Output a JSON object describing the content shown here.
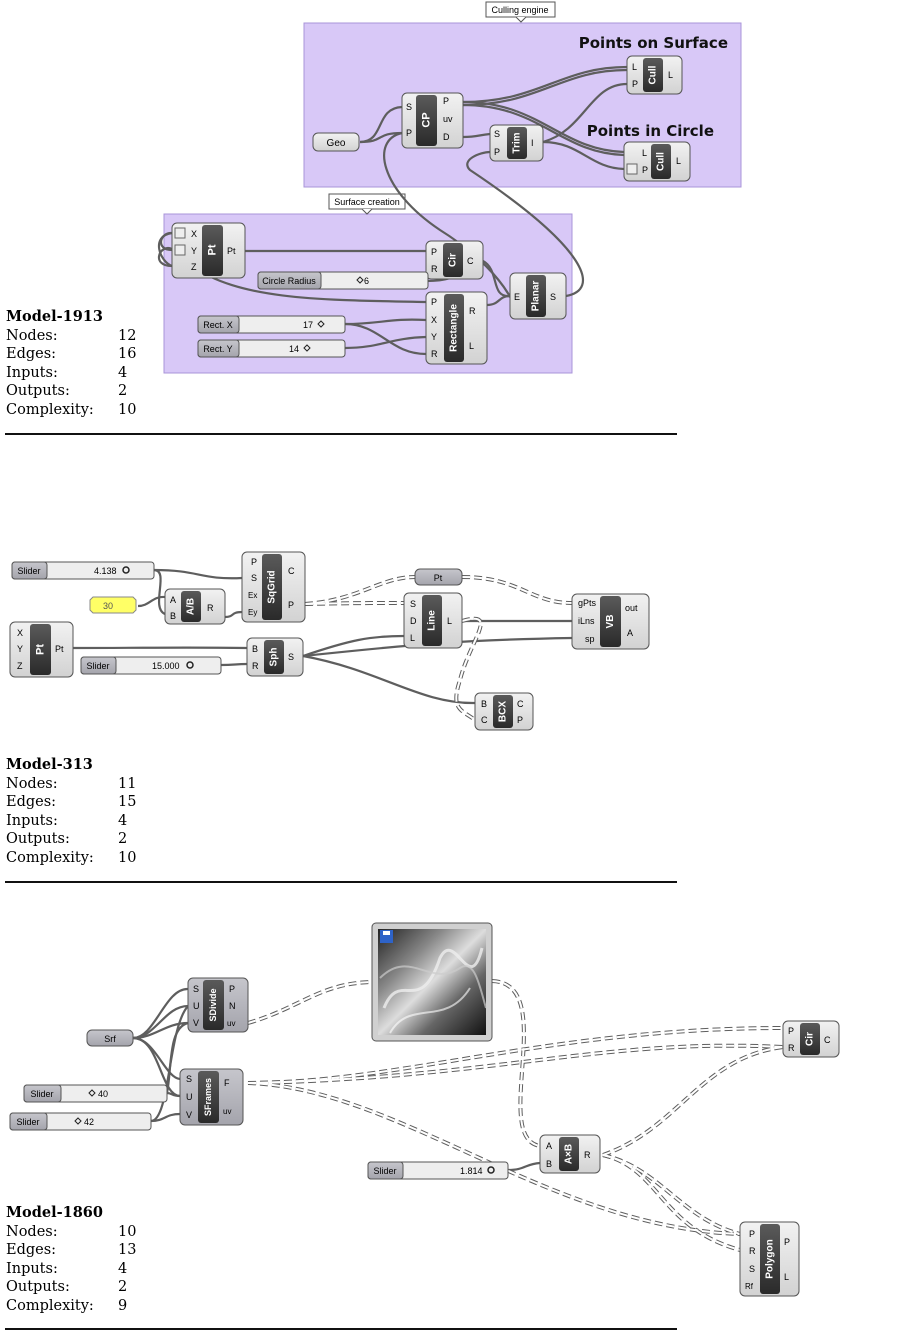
{
  "models": [
    {
      "title": "Model-1913",
      "stats": [
        {
          "label": "Nodes:",
          "value": "12"
        },
        {
          "label": "Edges:",
          "value": "16"
        },
        {
          "label": "Inputs:",
          "value": "4"
        },
        {
          "label": "Outputs:",
          "value": "2"
        },
        {
          "label": "Complexity:",
          "value": "10"
        }
      ],
      "groups": [
        "Culling engine",
        "Surface creation"
      ],
      "notes": [
        "Points on Surface",
        "Points in Circle"
      ],
      "nodes": {
        "cull1": {
          "title": "Cull",
          "inputs": [
            "L",
            "P"
          ],
          "outputs": [
            "L"
          ]
        },
        "cull2": {
          "title": "Cull",
          "inputs": [
            "L",
            "P"
          ],
          "outputs": [
            "L"
          ]
        },
        "cp": {
          "title": "CP",
          "inputs": [
            "S",
            "P"
          ],
          "outputs": [
            "P",
            "uv",
            "D"
          ]
        },
        "trim": {
          "title": "Trim",
          "inputs": [
            "S",
            "P"
          ],
          "outputs": [
            "I"
          ]
        },
        "geo": {
          "title": "Geo"
        },
        "pt": {
          "title": "Pt",
          "inputs": [
            "X",
            "Y",
            "Z"
          ],
          "outputs": [
            "Pt"
          ]
        },
        "cir": {
          "title": "Cir",
          "inputs": [
            "P",
            "R"
          ],
          "outputs": [
            "C"
          ]
        },
        "planar": {
          "title": "Planar",
          "inputs": [
            "E"
          ],
          "outputs": [
            "S"
          ]
        },
        "rect": {
          "title": "Rectangle",
          "inputs": [
            "P",
            "X",
            "Y",
            "R"
          ],
          "outputs": [
            "R",
            "L"
          ]
        }
      },
      "sliders": [
        {
          "label": "Circle Radius",
          "value": "6"
        },
        {
          "label": "Rect. X",
          "value": "17"
        },
        {
          "label": "Rect. Y",
          "value": "14"
        }
      ]
    },
    {
      "title": "Model-313",
      "stats": [
        {
          "label": "Nodes:",
          "value": "11"
        },
        {
          "label": "Edges:",
          "value": "15"
        },
        {
          "label": "Inputs:",
          "value": "4"
        },
        {
          "label": "Outputs:",
          "value": "2"
        },
        {
          "label": "Complexity:",
          "value": "10"
        }
      ],
      "sliders": [
        {
          "label": "Slider",
          "value": "4.138"
        },
        {
          "label": "Slider",
          "value": "15.000"
        }
      ],
      "panel_value": "30",
      "nodes": {
        "ab": {
          "title": "A/B",
          "inputs": [
            "A",
            "B"
          ],
          "outputs": [
            "R"
          ]
        },
        "sqgrid": {
          "title": "SqGrid",
          "inputs": [
            "P",
            "S",
            "Ex",
            "Ey"
          ],
          "outputs": [
            "C",
            "P"
          ]
        },
        "pt": {
          "title": "Pt",
          "inputs": [
            "X",
            "Y",
            "Z"
          ],
          "outputs": [
            "Pt"
          ]
        },
        "sph": {
          "title": "Sph",
          "inputs": [
            "B",
            "R"
          ],
          "outputs": [
            "S"
          ]
        },
        "ptparam": {
          "title": "Pt"
        },
        "line": {
          "title": "Line",
          "inputs": [
            "S",
            "D",
            "L"
          ],
          "outputs": [
            "L"
          ]
        },
        "vb": {
          "title": "VB",
          "inputs": [
            "gPts",
            "iLns",
            "sp"
          ],
          "outputs": [
            "out",
            "A"
          ]
        },
        "bcx": {
          "title": "BCX",
          "inputs": [
            "B",
            "C"
          ],
          "outputs": [
            "C",
            "P"
          ]
        }
      }
    },
    {
      "title": "Model-1860",
      "stats": [
        {
          "label": "Nodes:",
          "value": "10"
        },
        {
          "label": "Edges:",
          "value": "13"
        },
        {
          "label": "Inputs:",
          "value": "4"
        },
        {
          "label": "Outputs:",
          "value": "2"
        },
        {
          "label": "Complexity:",
          "value": "9"
        }
      ],
      "sliders": [
        {
          "label": "Slider",
          "value": "40"
        },
        {
          "label": "Slider",
          "value": "42"
        },
        {
          "label": "Slider",
          "value": "1.814"
        }
      ],
      "nodes": {
        "srf": {
          "title": "Srf"
        },
        "sdivide": {
          "title": "SDivide",
          "inputs": [
            "S",
            "U",
            "V"
          ],
          "outputs": [
            "P",
            "N",
            "uv"
          ]
        },
        "sframes": {
          "title": "SFrames",
          "inputs": [
            "S",
            "U",
            "V"
          ],
          "outputs": [
            "F",
            "uv"
          ]
        },
        "cir": {
          "title": "Cir",
          "inputs": [
            "P",
            "R"
          ],
          "outputs": [
            "C"
          ]
        },
        "axb": {
          "title": "A×B",
          "inputs": [
            "A",
            "B"
          ],
          "outputs": [
            "R"
          ]
        },
        "polygon": {
          "title": "Polygon",
          "inputs": [
            "P",
            "R",
            "S",
            "Rf"
          ],
          "outputs": [
            "P",
            "L"
          ]
        }
      }
    }
  ],
  "colors": {
    "group_fill": "#d8c8f7",
    "group_stroke": "#a994d8",
    "component_fill": "#e6e6e6",
    "component_dark": "#3c3c3c",
    "wire": "#5e5e5e",
    "panel_yellow": "#ffff66"
  }
}
